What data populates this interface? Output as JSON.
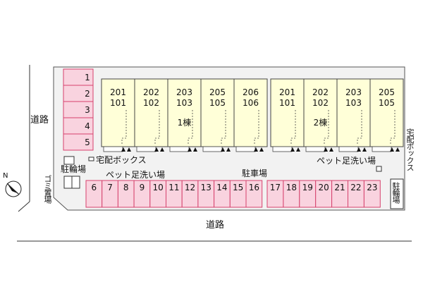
{
  "roads": {
    "left_label": "道路",
    "bottom_label": "道路"
  },
  "compass": {
    "north_label": "N",
    "icon": "north-arrow-icon"
  },
  "colors": {
    "lot_fill": "#f2f2f2",
    "building_fill": "#ffffd8",
    "parking_fill": "#f9d3df",
    "parking_stroke": "#d6426d",
    "line": "#333333"
  },
  "parking_left_column": [
    "1",
    "2",
    "3",
    "4",
    "5"
  ],
  "building1": {
    "label": "1棟",
    "units": [
      {
        "upper": "201",
        "lower": "101"
      },
      {
        "upper": "202",
        "lower": "102"
      },
      {
        "upper": "203",
        "lower": "103"
      },
      {
        "upper": "205",
        "lower": "105"
      },
      {
        "upper": "206",
        "lower": "106"
      }
    ]
  },
  "building2": {
    "label": "2棟",
    "units": [
      {
        "upper": "201",
        "lower": "101"
      },
      {
        "upper": "202",
        "lower": "102"
      },
      {
        "upper": "203",
        "lower": "103"
      },
      {
        "upper": "205",
        "lower": "105"
      }
    ]
  },
  "parking_bottom_row_a": [
    "6",
    "7",
    "8",
    "9",
    "10",
    "11",
    "12",
    "13",
    "14",
    "15",
    "16"
  ],
  "parking_bottom_row_b": [
    "17",
    "18",
    "19",
    "20",
    "21",
    "22",
    "23"
  ],
  "labels": {
    "delivery_box_left": "宅配ボックス",
    "delivery_box_right": "宅配ボックス",
    "bicycle_left": "駐輪場",
    "bicycle_right": "駐輪場",
    "garbage": "ゴミ置場",
    "pet_wash_left": "ペット足洗い場",
    "pet_wash_right": "ペット足洗い場",
    "parking_lot": "駐車場"
  }
}
